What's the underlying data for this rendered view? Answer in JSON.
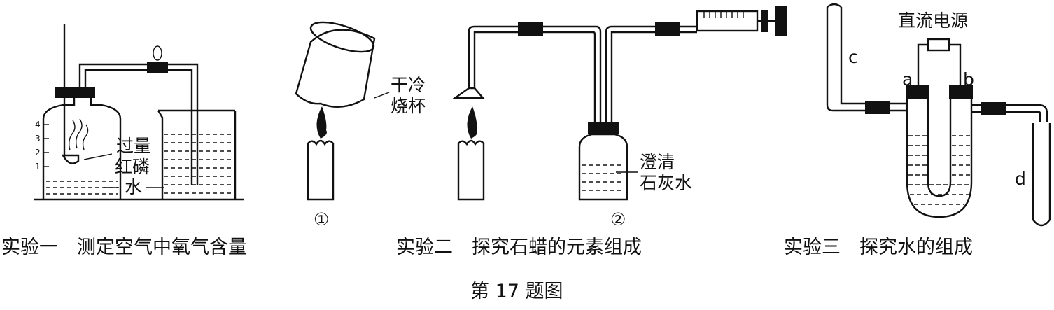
{
  "experiment1": {
    "caption": "实验一　测定空气中氧气含量",
    "label_phosphorus_line1": "过量",
    "label_phosphorus_line2": "红磷",
    "label_water": "水",
    "scale_ticks": [
      "4",
      "3",
      "2",
      "1"
    ]
  },
  "experiment2": {
    "caption": "实验二　探究石蜡的元素组成",
    "label_beaker_line1": "干冷",
    "label_beaker_line2": "烧杯",
    "label_limewater_line1": "澄清",
    "label_limewater_line2": "石灰水",
    "marker_1": "①",
    "marker_2": "②"
  },
  "experiment3": {
    "caption": "实验三　探究水的组成",
    "label_power": "直流电源",
    "label_a": "a",
    "label_b": "b",
    "label_c": "c",
    "label_d": "d"
  },
  "figure_title": "第 17 题图"
}
